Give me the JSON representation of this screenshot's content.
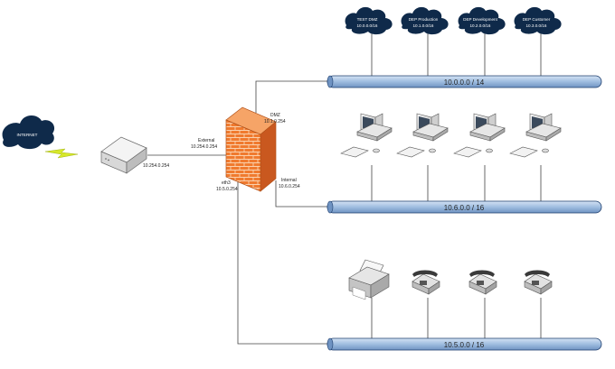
{
  "internet": {
    "label": "INTERNET"
  },
  "router": {
    "ip": "10.254.0.254"
  },
  "firewall": {
    "dmz": {
      "name": "DMZ",
      "ip": "10.1.0.254"
    },
    "external": {
      "name": "External",
      "ip": "10.254.0.254"
    },
    "internal": {
      "name": "Internal",
      "ip": "10.6.0.254"
    },
    "eth3": {
      "name": "eth3",
      "ip": "10.5.0.254"
    }
  },
  "clouds": [
    {
      "name": "TEST DMZ",
      "ip": "10.0.0.0/16"
    },
    {
      "name": "DEP Production",
      "ip": "10.1.0.0/16"
    },
    {
      "name": "DEP Development",
      "ip": "10.2.0.0/16"
    },
    {
      "name": "DEP Customer",
      "ip": "10.3.0.0/16"
    }
  ],
  "networks": [
    {
      "label": "10.0.0.0 / 14"
    },
    {
      "label": "10.6.0.0 / 16"
    },
    {
      "label": "10.5.0.0 / 16"
    }
  ],
  "colors": {
    "bus_fill": "#a9c4e4",
    "bus_stroke": "#1f3f6e",
    "cloud": "#0f2a4a",
    "firewall": "#f07a2e",
    "line": "#444444"
  }
}
